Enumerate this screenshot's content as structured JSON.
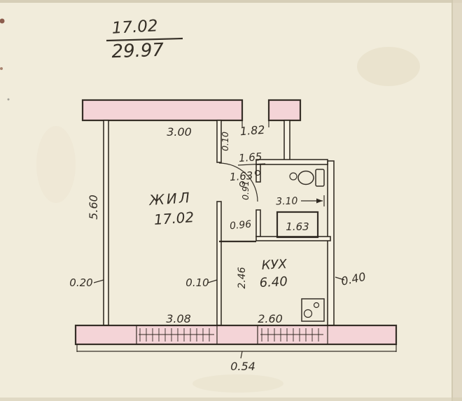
{
  "title": {
    "numerator": "17.02",
    "denominator": "29.97"
  },
  "rooms": {
    "living": {
      "label": "ЖИЛ",
      "area": "17.02"
    },
    "kitchen": {
      "label": "КУХ",
      "area": "6.40"
    },
    "bath": {
      "area": "1.63"
    }
  },
  "dims": {
    "top_wall": "3.00",
    "entry_opening": "1.82",
    "hall_a": "1.65",
    "hall_b": "1.63",
    "partition_top": "0.10",
    "door_width": "0.91",
    "bath_width": "3.10",
    "opening": "0.96",
    "left_height": "5.60",
    "left_wall": "0.20",
    "partition": "0.10",
    "kitchen_depth": "2.46",
    "bottom_left": "3.08",
    "bottom_right": "2.60",
    "right_wall": "0.40",
    "bottom_offset": "0.54"
  },
  "colors": {
    "paper": "#f1ecdb",
    "wall_fill": "#f4d4d7",
    "ink": "#272019"
  }
}
